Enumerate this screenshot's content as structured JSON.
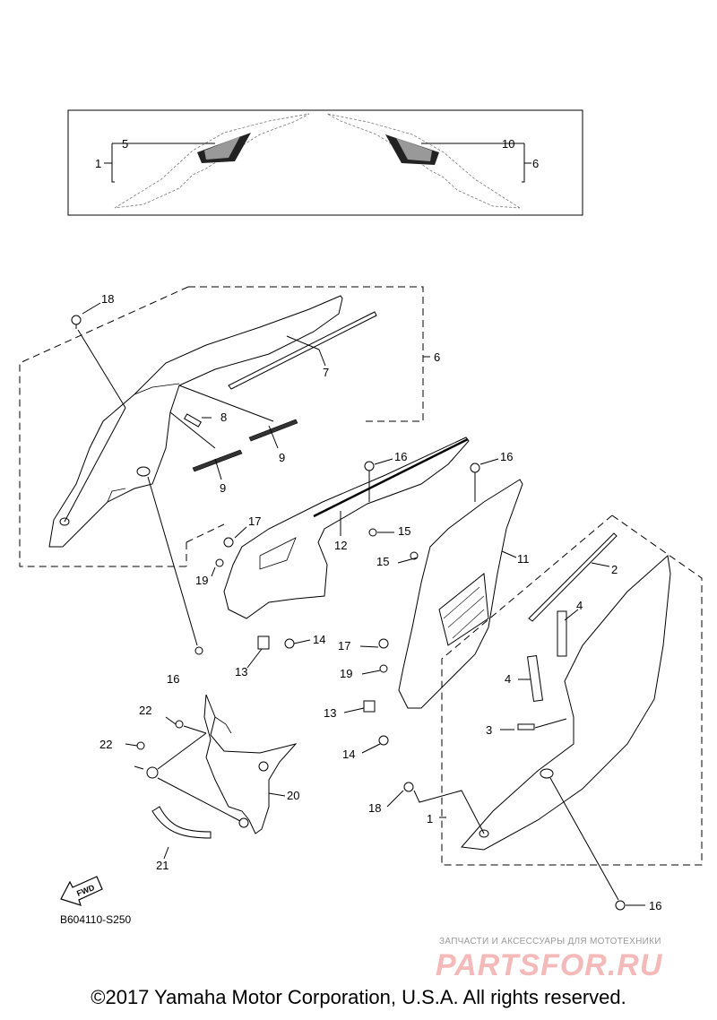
{
  "diagram": {
    "diagram_code": "B604110-S250",
    "fwd_label": "FWD",
    "copyright": "©2017 Yamaha Motor Corporation, U.S.A. All rights reserved.",
    "watermark": {
      "tagline": "ЗАПЧАСТИ И АКСЕССУАРЫ ДЛЯ МОТОТЕХНИКИ",
      "brand": "PARTSFOR.RU"
    },
    "callouts": {
      "c1_top": "1",
      "c5": "5",
      "c10": "10",
      "c6_top": "6",
      "c18_top": "18",
      "c6": "6",
      "c7": "7",
      "c8": "8",
      "c9_a": "9",
      "c9_b": "9",
      "c16_a": "16",
      "c16_b": "16",
      "c16_c": "16",
      "c16_d": "16",
      "c17_a": "17",
      "c17_b": "17",
      "c19_a": "19",
      "c19_b": "19",
      "c12": "12",
      "c15_a": "15",
      "c15_b": "15",
      "c11": "11",
      "c14_a": "14",
      "c14_b": "14",
      "c13_a": "13",
      "c13_b": "13",
      "c2": "2",
      "c4_a": "4",
      "c4_b": "4",
      "c3": "3",
      "c22_a": "22",
      "c22_b": "22",
      "c20": "20",
      "c21": "21",
      "c18_b": "18",
      "c1_b": "1"
    }
  }
}
